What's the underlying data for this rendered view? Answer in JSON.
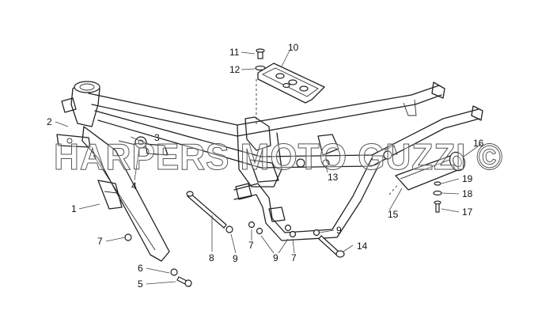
{
  "watermark": "HARPERS MOTO GUZZI ©",
  "callouts": [
    {
      "id": "c1",
      "label": "1"
    },
    {
      "id": "c2",
      "label": "2"
    },
    {
      "id": "c3",
      "label": "3"
    },
    {
      "id": "c4",
      "label": "4"
    },
    {
      "id": "c5",
      "label": "5"
    },
    {
      "id": "c6",
      "label": "6"
    },
    {
      "id": "c7a",
      "label": "7"
    },
    {
      "id": "c7b",
      "label": "7"
    },
    {
      "id": "c7c",
      "label": "7"
    },
    {
      "id": "c8",
      "label": "8"
    },
    {
      "id": "c9a",
      "label": "9"
    },
    {
      "id": "c9b",
      "label": "9"
    },
    {
      "id": "c9c",
      "label": "9"
    },
    {
      "id": "c10",
      "label": "10"
    },
    {
      "id": "c11",
      "label": "11"
    },
    {
      "id": "c12",
      "label": "12"
    },
    {
      "id": "c13",
      "label": "13"
    },
    {
      "id": "c14",
      "label": "14"
    },
    {
      "id": "c15",
      "label": "15"
    },
    {
      "id": "c16",
      "label": "16"
    },
    {
      "id": "c17",
      "label": "17"
    },
    {
      "id": "c18",
      "label": "18"
    },
    {
      "id": "c19",
      "label": "19"
    }
  ]
}
